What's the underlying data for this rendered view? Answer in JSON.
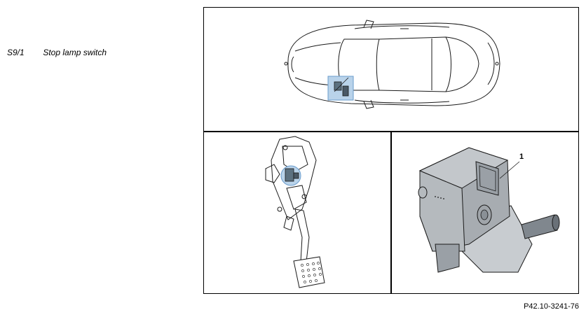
{
  "legend": {
    "code": "S9/1",
    "label": "Stop lamp switch"
  },
  "callout": {
    "number": "1"
  },
  "figure_ref": "P42.10-3241-76",
  "colors": {
    "highlight_fill": "#b9d3ea",
    "highlight_stroke": "#6a9ccc",
    "switch_body": "#9ea3a8",
    "line": "#1a1a1a"
  }
}
